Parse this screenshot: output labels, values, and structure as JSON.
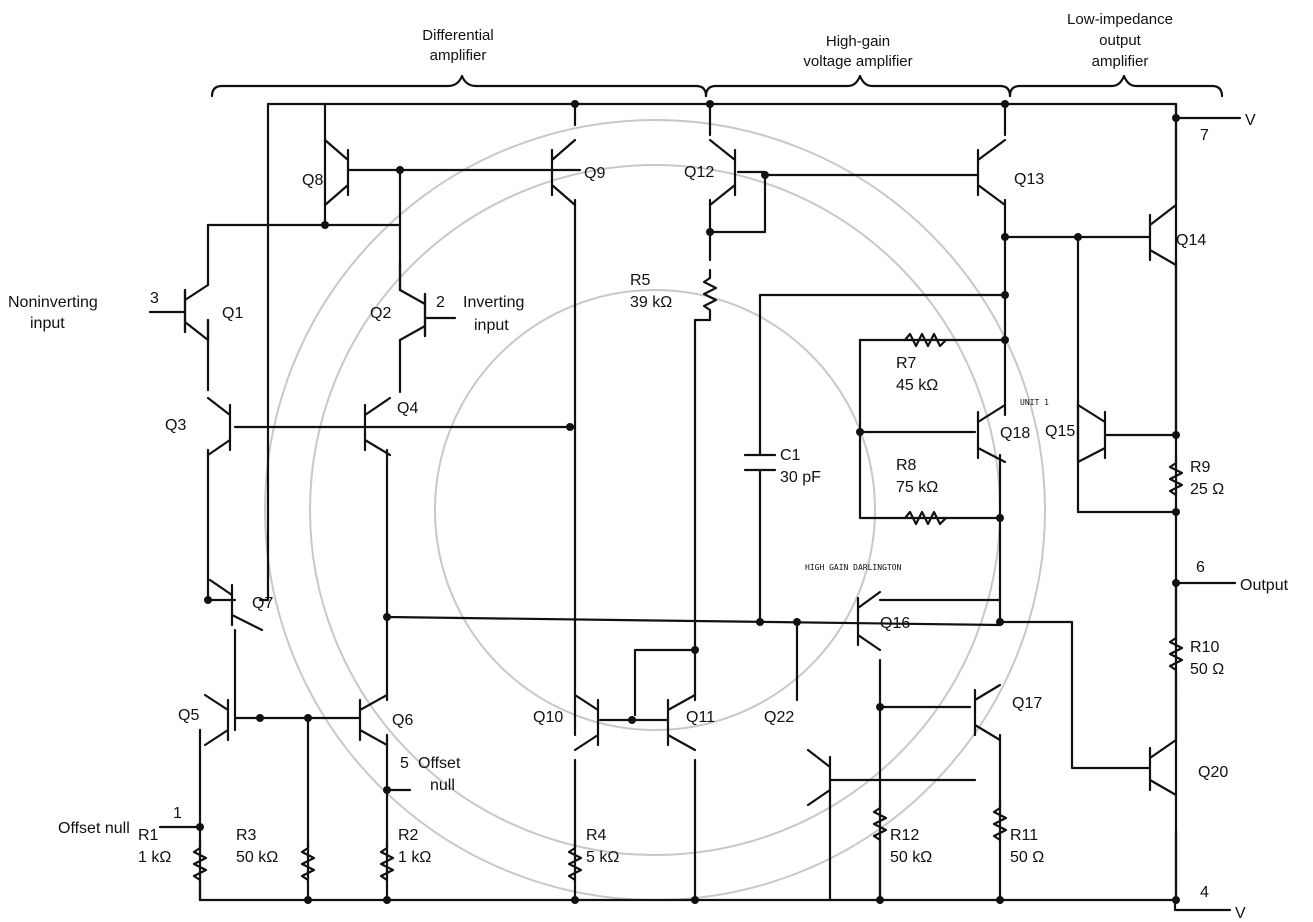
{
  "sections": {
    "differential": [
      "Differential",
      "amplifier"
    ],
    "high_gain": [
      "High-gain",
      "voltage amplifier"
    ],
    "low_impedance": [
      "Low-impedance",
      "output",
      "amplifier"
    ]
  },
  "supply": {
    "pos_label": "V",
    "pos_pin": "7",
    "neg_label": "V",
    "neg_pin": "4"
  },
  "pins": {
    "noninverting": {
      "num": "3",
      "text": [
        "Noninverting",
        "input"
      ]
    },
    "inverting": {
      "num": "2",
      "text": [
        "Inverting",
        "input"
      ]
    },
    "offset_null_1": {
      "num": "1",
      "text": "Offset null"
    },
    "offset_null_5": {
      "num": "5",
      "text": [
        "Offset",
        "null"
      ]
    },
    "output": {
      "num": "6",
      "text": "Output"
    }
  },
  "transistors": [
    "Q1",
    "Q2",
    "Q3",
    "Q4",
    "Q5",
    "Q6",
    "Q7",
    "Q8",
    "Q9",
    "Q10",
    "Q11",
    "Q12",
    "Q13",
    "Q14",
    "Q15",
    "Q16",
    "Q17",
    "Q18",
    "Q20",
    "Q22"
  ],
  "resistors": {
    "R1": {
      "name": "R1",
      "value": "1 kΩ"
    },
    "R2": {
      "name": "R2",
      "value": "1 kΩ"
    },
    "R3": {
      "name": "R3",
      "value": "50 kΩ"
    },
    "R4": {
      "name": "R4",
      "value": "5 kΩ"
    },
    "R5": {
      "name": "R5",
      "value": "39 kΩ"
    },
    "R7": {
      "name": "R7",
      "value": "45 kΩ"
    },
    "R8": {
      "name": "R8",
      "value": "75 kΩ"
    },
    "R9": {
      "name": "R9",
      "value": "25 Ω"
    },
    "R10": {
      "name": "R10",
      "value": "50 Ω"
    },
    "R11": {
      "name": "R11",
      "value": "50 Ω"
    },
    "R12": {
      "name": "R12",
      "value": "50 kΩ"
    }
  },
  "capacitor": {
    "name": "C1",
    "value": "30 pF"
  },
  "handwritten": {
    "unit": "UNIT 1",
    "darlington": "HIGH GAIN DARLINGTON"
  }
}
